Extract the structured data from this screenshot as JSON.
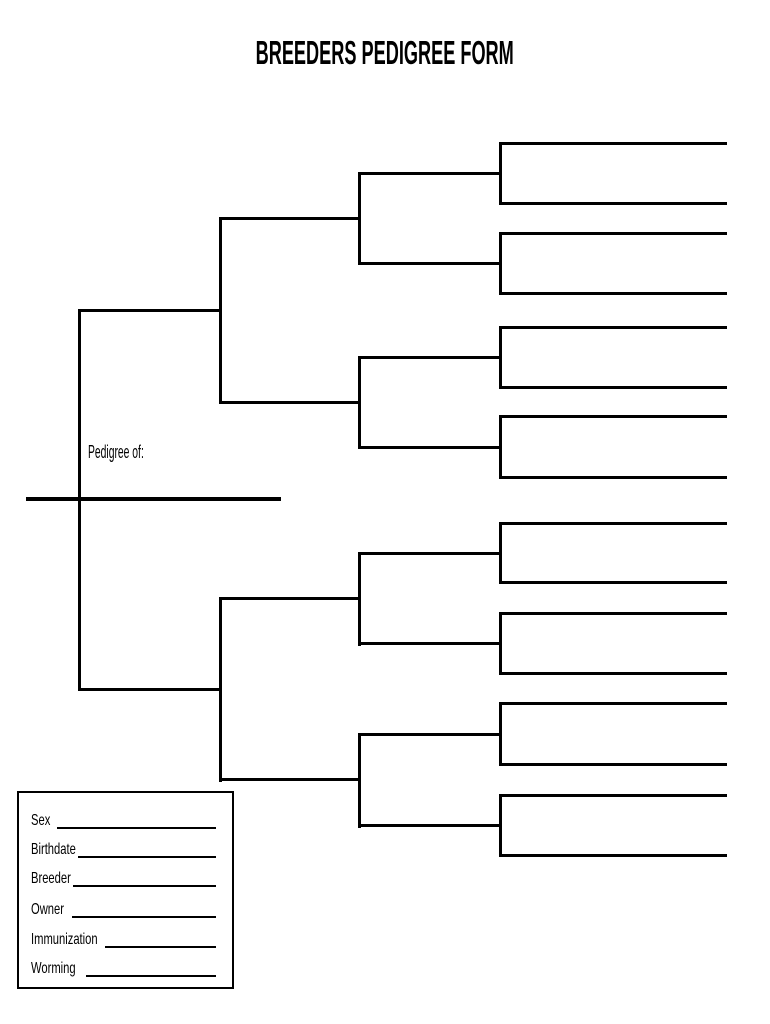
{
  "page": {
    "title": "BREEDERS PEDIGREE FORM",
    "ink_color": "#000000",
    "background_color": "#ffffff"
  },
  "pedigree_chart": {
    "subject_label": "Pedigree of:",
    "generation_slot_counts": [
      1,
      2,
      4,
      8,
      16
    ]
  },
  "info_box": {
    "fields": [
      {
        "label": "Sex"
      },
      {
        "label": "Birthdate"
      },
      {
        "label": "Breeder"
      },
      {
        "label": "Owner"
      },
      {
        "label": "Immunization"
      },
      {
        "label": "Worming"
      }
    ]
  }
}
